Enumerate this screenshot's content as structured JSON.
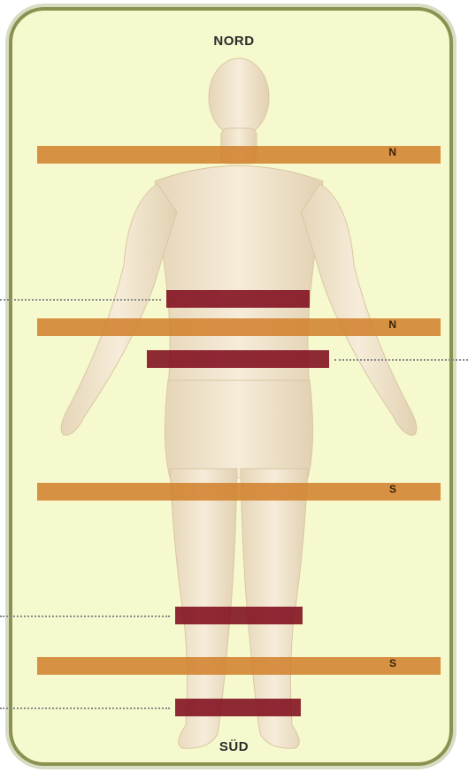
{
  "labels": {
    "top": "NORD",
    "bottom": "SÜD"
  },
  "orange_bands": [
    {
      "letter": "N"
    },
    {
      "letter": "N"
    },
    {
      "letter": "S"
    },
    {
      "letter": "S"
    }
  ],
  "colors": {
    "card_background": "#f6f8cd",
    "card_border": "#8a9250",
    "orange_band": "#d17f29",
    "maroon_band": "#800c1c",
    "figure_skin": "#f1e6cf"
  }
}
